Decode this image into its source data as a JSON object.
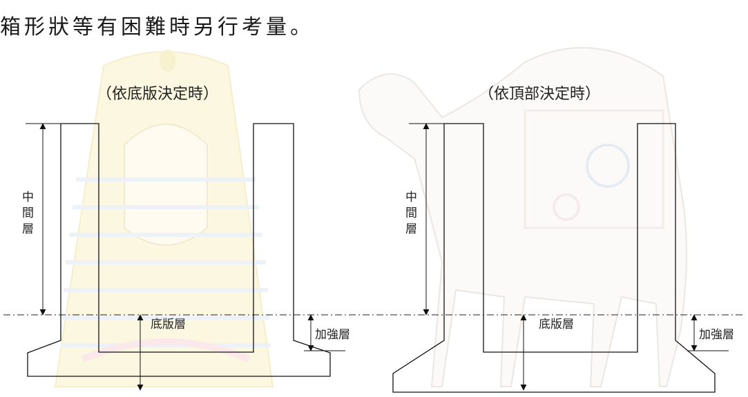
{
  "text": {
    "header_line": "箱形狀等有困難時另行考量。",
    "left": {
      "title": "（依底版決定時）",
      "middle_label": "中間層",
      "base_label": "底版層",
      "reinforce_label": "加強層"
    },
    "right": {
      "title": "（依頂部決定時）",
      "middle_label": "中間層",
      "base_label": "底版層",
      "reinforce_label": "加強層"
    }
  },
  "colors": {
    "line": "#111111",
    "text": "#222222",
    "watermark_gold": "#f4e6a8",
    "watermark_blue": "#dfe6f3",
    "watermark_pink": "#f6d6dc",
    "watermark_sketch": "#d9cfc6"
  }
}
